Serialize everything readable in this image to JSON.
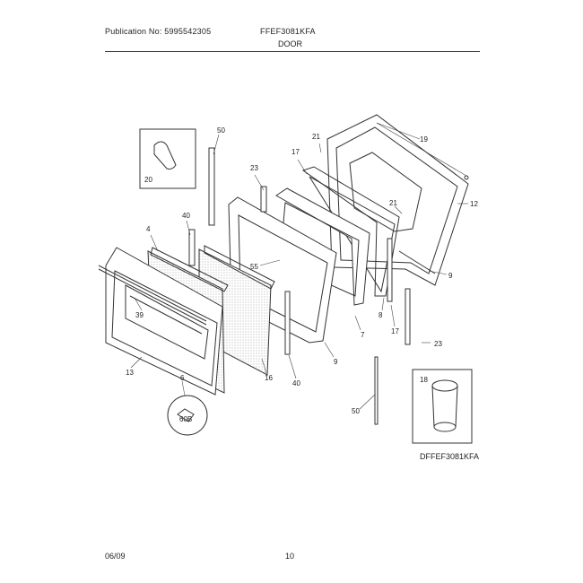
{
  "header": {
    "publication": "Publication No: 5995542305",
    "model": "FFEF3081KFA",
    "section": "DOOR"
  },
  "footer": {
    "date": "06/09",
    "page": "10"
  },
  "diagram": {
    "model_code": "DFFEF3081KFA",
    "callouts": {
      "c50a": "50",
      "c20": "20",
      "c23a": "23",
      "c17a": "17",
      "c21a": "21",
      "c19": "19",
      "c12": "12",
      "c21b": "21",
      "c4": "4",
      "c40a": "40",
      "c55": "55",
      "c9a": "9",
      "c39": "39",
      "c8": "8",
      "c7": "7",
      "c17b": "17",
      "c23b": "23",
      "c13": "13",
      "c16": "16",
      "c9b": "9",
      "c40b": "40",
      "c6": "6",
      "c60b": "60B",
      "c18": "18",
      "c50b": "50"
    }
  }
}
